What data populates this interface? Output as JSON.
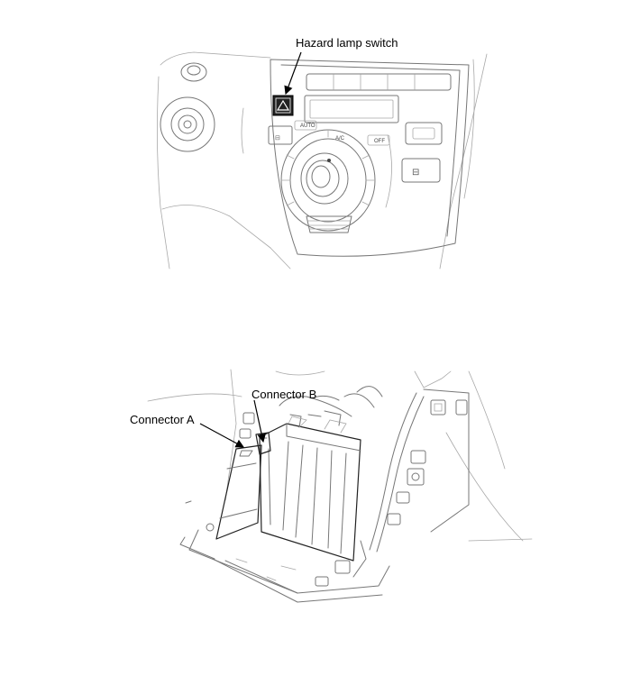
{
  "labels": {
    "hazard_lamp_switch": "Hazard lamp switch",
    "connector_a": "Connector A",
    "connector_b": "Connector B"
  },
  "panel_text": {
    "auto": "AUTO",
    "ac": "A/C",
    "off": "OFF"
  },
  "colors": {
    "line": "#777777",
    "leader": "#000000",
    "background": "#ffffff"
  },
  "icons": {
    "hazard": "hazard-triangle-icon",
    "seat_heater": "seat-heater-icon",
    "fan": "fan-icon"
  }
}
